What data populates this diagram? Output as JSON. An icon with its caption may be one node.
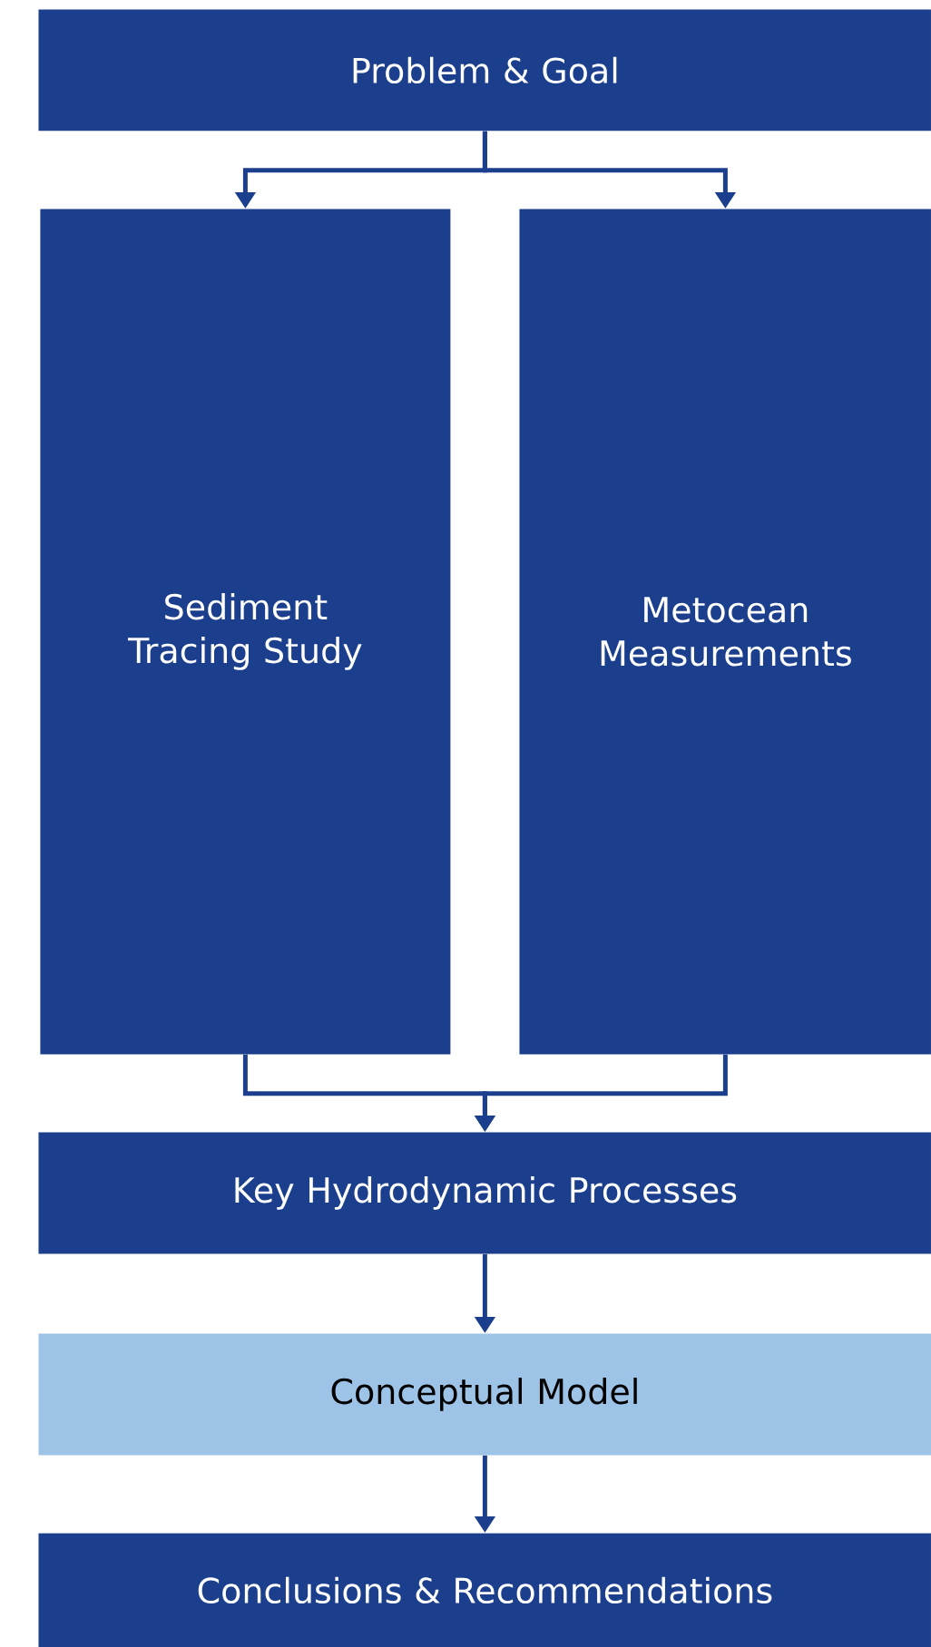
{
  "diagram": {
    "nodes": [
      {
        "text": [
          "Problem & Goal"
        ]
      },
      {
        "text": [
          "Sediment Tracing Study"
        ]
      },
      {
        "text": [
          "Metocean Measurements"
        ]
      },
      {
        "text": [
          "Key Hydrodynamic Processes"
        ]
      },
      {
        "text": [
          "Conceptual Model"
        ]
      },
      {
        "text": [
          "Conclusions & Recommendations"
        ]
      }
    ],
    "edges": [
      {
        "from": 0,
        "to": 1,
        "arrow": "to"
      },
      {
        "from": 0,
        "to": 2,
        "arrow": "to"
      },
      {
        "from": 1,
        "to": 3,
        "arrow": "to"
      },
      {
        "from": 2,
        "to": 3,
        "arrow": "to"
      },
      {
        "from": 3,
        "to": 4,
        "arrow": "to"
      },
      {
        "from": 4,
        "to": 5,
        "arrow": "to"
      }
    ]
  }
}
